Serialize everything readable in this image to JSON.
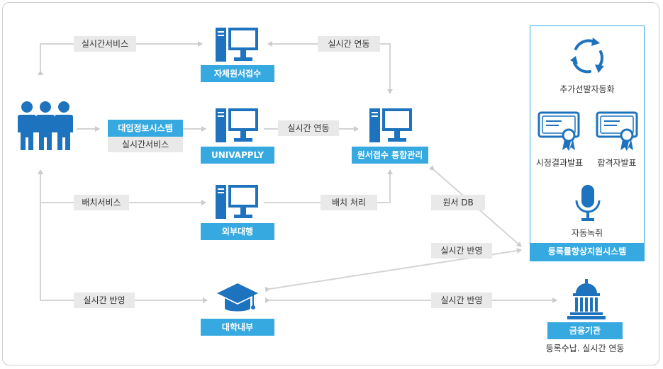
{
  "labels": {
    "realtime_service_top": "실시간서비스",
    "realtime_link_top": "실시간 연동",
    "self_apply": "자체원서접수",
    "admission_system": "대입정보시스템",
    "realtime_service_mid": "실시간서비스",
    "univapply": "UNIVAPPLY",
    "realtime_link_mid": "실시간 연동",
    "integrated_mgmt": "원서접수 통합관리",
    "batch_service": "배치서비스",
    "batch_process": "배치 처리",
    "outsourcing": "외부대행",
    "application_db": "원서 DB",
    "realtime_reflect_right": "실시간 반영",
    "realtime_reflect_left": "실시간 반영",
    "realtime_reflect_bottom": "실시간 반영",
    "university": "대학내부",
    "bank": "금융기관",
    "bank_sub": "등록수납. 실시간 연동"
  },
  "panel": {
    "auto_label": "추가선발자동화",
    "exam_result": "시정결과발표",
    "pass_result": "합격자발표",
    "auto_record": "자동녹취",
    "title": "등록률향상지원시스템"
  },
  "colors": {
    "accent": "#36a9e1",
    "icon_blue": "#1e73be",
    "line_gray": "#d0d0d0"
  }
}
